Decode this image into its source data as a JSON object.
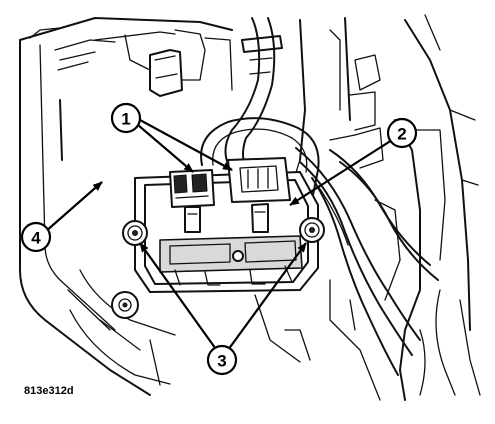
{
  "callouts": [
    {
      "id": "callout-1",
      "label": "1"
    },
    {
      "id": "callout-2",
      "label": "2"
    },
    {
      "id": "callout-3",
      "label": "3"
    },
    {
      "id": "callout-4",
      "label": "4"
    }
  ],
  "figure_code": "813e312d"
}
